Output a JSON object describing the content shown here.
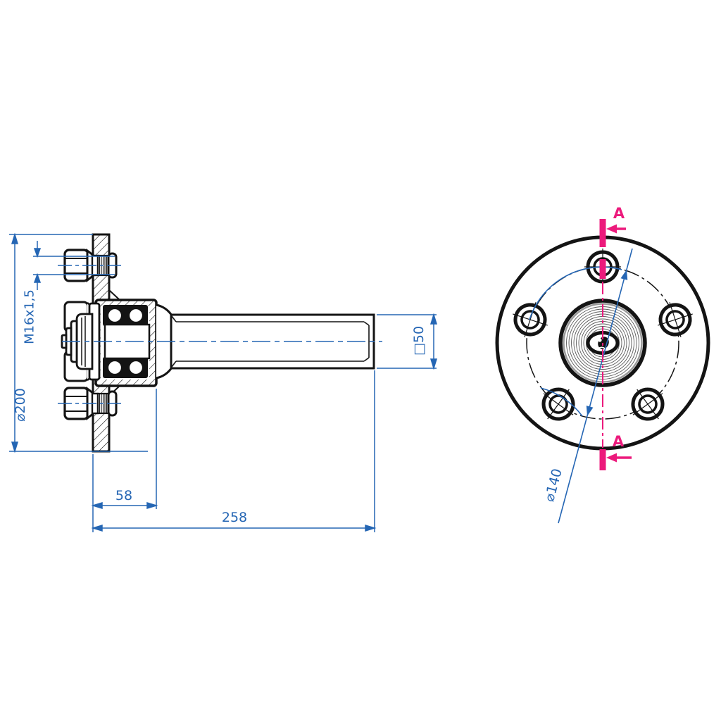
{
  "drawing": {
    "type": "technical-drawing",
    "subject": "trailer wheel hub with stub axle, side section view and flange front view",
    "dimensions": {
      "flange_diameter": "⌀200",
      "stud_thread": "M16x1,5",
      "hub_depth": "58",
      "overall_length": "258",
      "tube_size": "□50",
      "bolt_circle_diameter": "⌀140"
    },
    "section": {
      "label_top": "A",
      "label_bottom": "A"
    },
    "colors": {
      "dimension_blue": "#2566b4",
      "section_magenta": "#ec1a7c",
      "outline_black": "#141414"
    },
    "bolt_count": 5
  }
}
